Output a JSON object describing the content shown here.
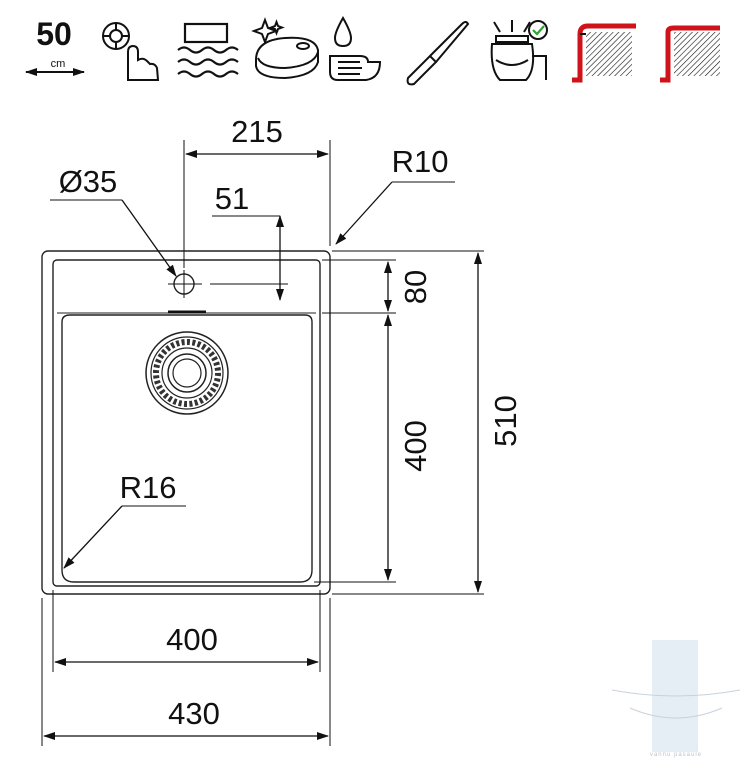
{
  "icons": {
    "bowl_depth": {
      "value": "50",
      "unit": "cm",
      "icon": "bowl-depth-icon"
    },
    "items": [
      {
        "icon": "remote-drain-control-icon"
      },
      {
        "icon": "water-surface-icon"
      },
      {
        "icon": "easy-clean-sponge-icon"
      },
      {
        "icon": "soap-dispenser-icon"
      },
      {
        "icon": "knife-icon"
      },
      {
        "icon": "waste-disposer-compatible-icon"
      },
      {
        "icon": "inset-mounting-icon",
        "accent": "#d0121b"
      },
      {
        "icon": "flush-mounting-icon",
        "accent": "#d0121b"
      }
    ]
  },
  "drawing": {
    "dim_tap_offset": "215",
    "radius_corner": "R10",
    "tap_hole_diameter": "Ø35",
    "tap_hole_offset": "51",
    "dim_ledge_depth": "80",
    "dim_overall_depth": "510",
    "dim_bowl_depth": "400",
    "radius_bowl": "R16",
    "dim_bowl_width": "400",
    "dim_overall_width": "430"
  },
  "watermark": {
    "text": "vannu pasaule"
  }
}
